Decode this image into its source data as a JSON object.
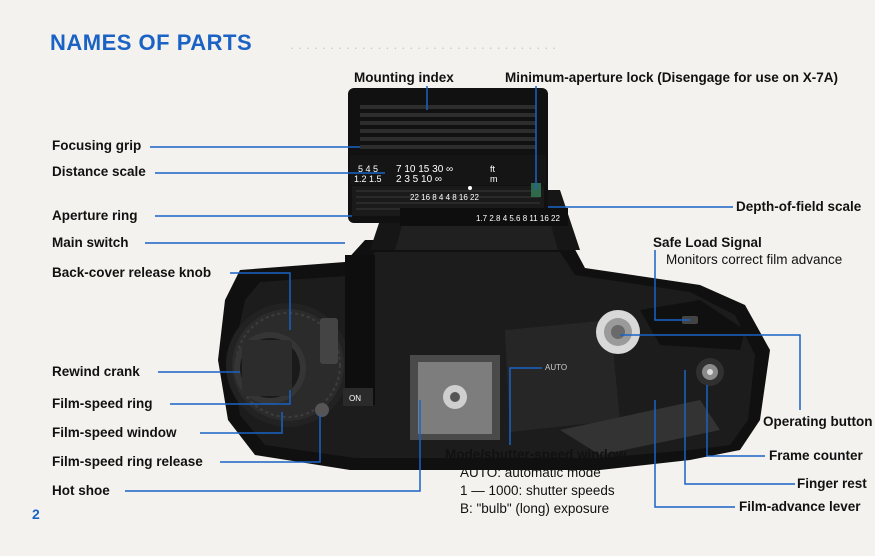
{
  "page": {
    "title": "NAMES OF PARTS",
    "page_number": "2"
  },
  "colors": {
    "accent": "#1a63c5",
    "leader": "#1a63c5"
  },
  "labels": {
    "mounting_index": "Mounting index",
    "min_aperture_lock": "Minimum-aperture lock (Disengage for use on X-7A)",
    "focusing_grip": "Focusing grip",
    "distance_scale": "Distance scale",
    "aperture_ring": "Aperture ring",
    "main_switch": "Main switch",
    "back_cover_knob": "Back-cover release knob",
    "rewind_crank": "Rewind crank",
    "film_speed_ring": "Film-speed ring",
    "film_speed_window": "Film-speed window",
    "film_speed_ring_release": "Film-speed ring release",
    "hot_shoe": "Hot shoe",
    "depth_of_field_scale": "Depth-of-field scale",
    "safe_load_signal": "Safe Load Signal",
    "safe_load_desc": "Monitors correct film advance",
    "operating_button": "Operating button",
    "frame_counter": "Frame counter",
    "finger_rest": "Finger rest",
    "film_advance_lever": "Film-advance lever",
    "mode_window": "Mode/shutter-speed window",
    "mode_auto": "AUTO: automatic mode",
    "mode_speeds": "1 — 1000: shutter speeds",
    "mode_bulb": "B: \"bulb\" (long) exposure"
  },
  "camera_markings": {
    "distance_ft": "7  10  15 30  ∞",
    "distance_m": "2    3    5 10  ∞",
    "ft_unit": "ft",
    "m_unit": "m",
    "dof_scale": "22 16  8 4  4 8  16 22",
    "aperture_scale": "1.7  2.8  4  5.6  8  11  16  22",
    "lens_left": "5  4  5",
    "lens_left2": "1.2  1.5",
    "auto_label": "AUTO",
    "on_label": "ON"
  }
}
